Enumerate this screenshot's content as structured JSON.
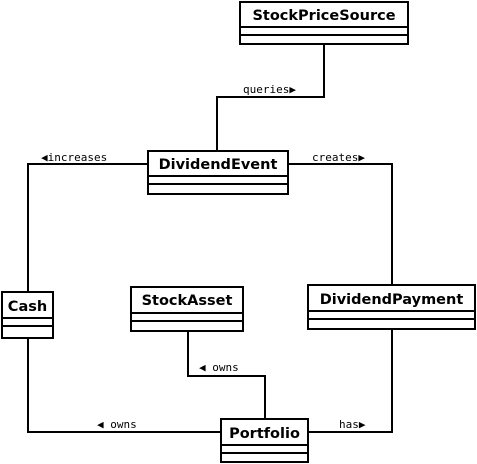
{
  "classes": {
    "stock_price_source": "StockPriceSource",
    "dividend_event": "DividendEvent",
    "cash": "Cash",
    "stock_asset": "StockAsset",
    "dividend_payment": "DividendPayment",
    "portfolio": "Portfolio"
  },
  "associations": {
    "queries": "queries▶",
    "increases": "◀increases",
    "creates": "creates▶",
    "owns_stock": "◀ owns",
    "owns_cash": "◀ owns",
    "has": "has▶"
  }
}
